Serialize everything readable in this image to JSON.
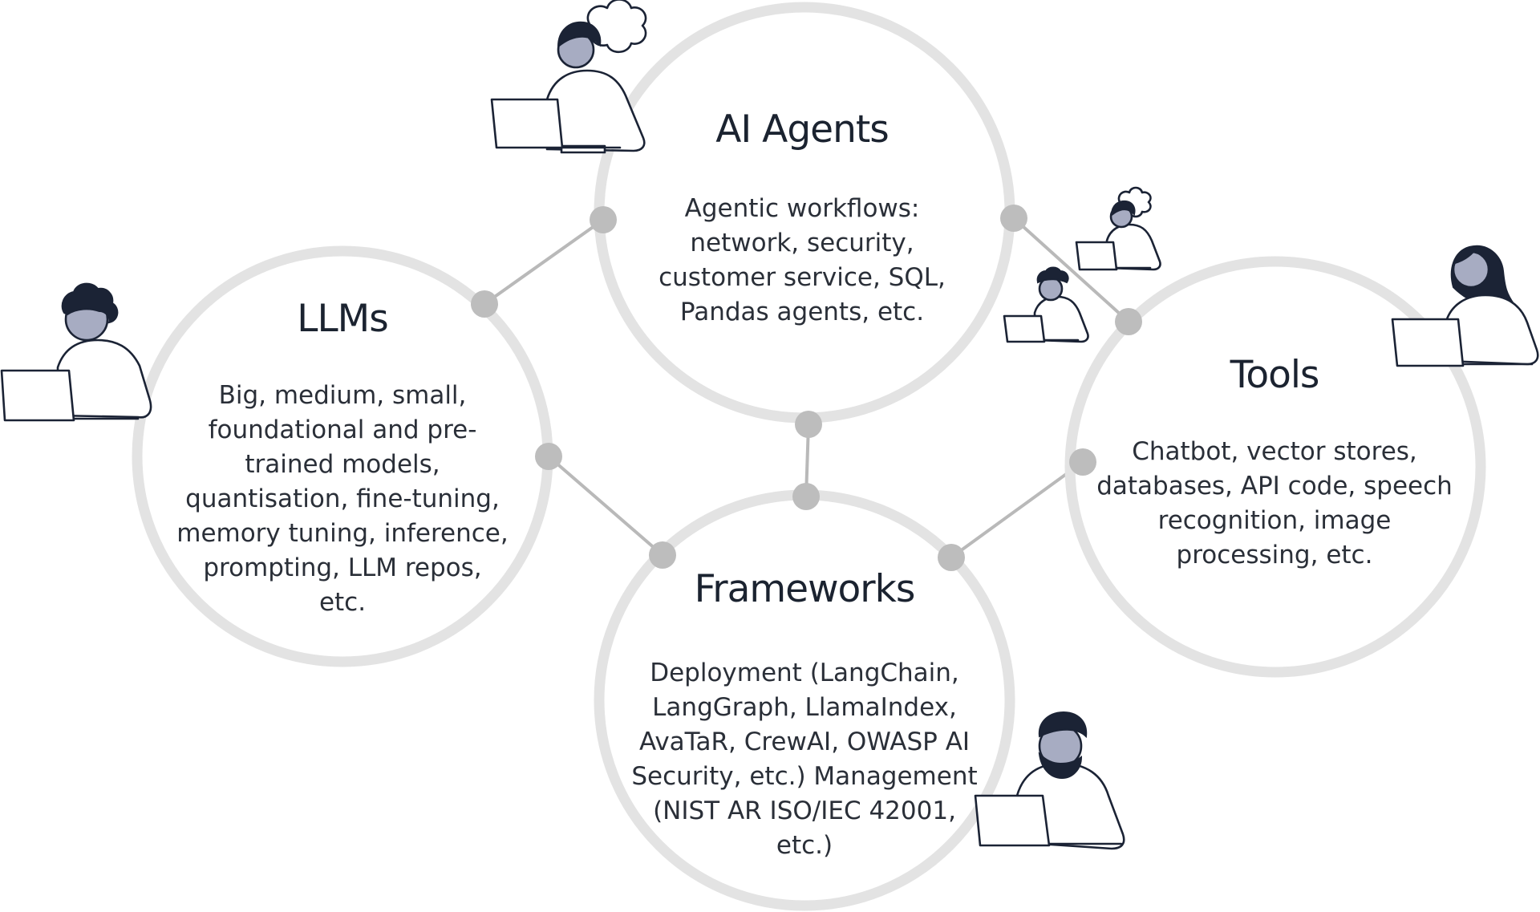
{
  "clusters": [
    {
      "title": "AI Agents",
      "lines": [
        "Agentic workflows:",
        "network, security,",
        "customer service, SQL,",
        "Pandas agents, etc."
      ]
    },
    {
      "title": "LLMs",
      "lines": [
        "Big, medium, small,",
        "foundational and pre-",
        "trained models,",
        "quantisation, fine-tuning,",
        "memory tuning, inference,",
        "prompting, LLM repos,",
        "etc."
      ]
    },
    {
      "title": "Tools",
      "lines": [
        "Chatbot, vector stores,",
        "databases, API code, speech",
        "recognition, image",
        "processing, etc."
      ]
    },
    {
      "title": "Frameworks",
      "lines": [
        "Deployment (LangChain,",
        "LangGraph, LlamaIndex,",
        "AvaTaR, CrewAI, OWASP AI",
        "Security, etc.) Management",
        "(NIST AR ISO/IEC 42001,",
        "etc.)"
      ]
    }
  ],
  "people": [
    {
      "icon": "person-with-thought-bubble-at-laptop-icon"
    },
    {
      "icon": "person-curly-hair-at-laptop-icon"
    },
    {
      "icon": "small-person-with-thought-bubble-icon"
    },
    {
      "icon": "small-person-at-laptop-icon"
    },
    {
      "icon": "person-long-hair-at-laptop-icon"
    },
    {
      "icon": "bearded-person-at-laptop-icon"
    }
  ],
  "colors": {
    "ring": "#e3e3e3",
    "connector": "#b9b9b9",
    "node": "#bdbdbd",
    "text": "#1b2330",
    "ink": "#1b2335",
    "skin": "#a7acc2"
  }
}
